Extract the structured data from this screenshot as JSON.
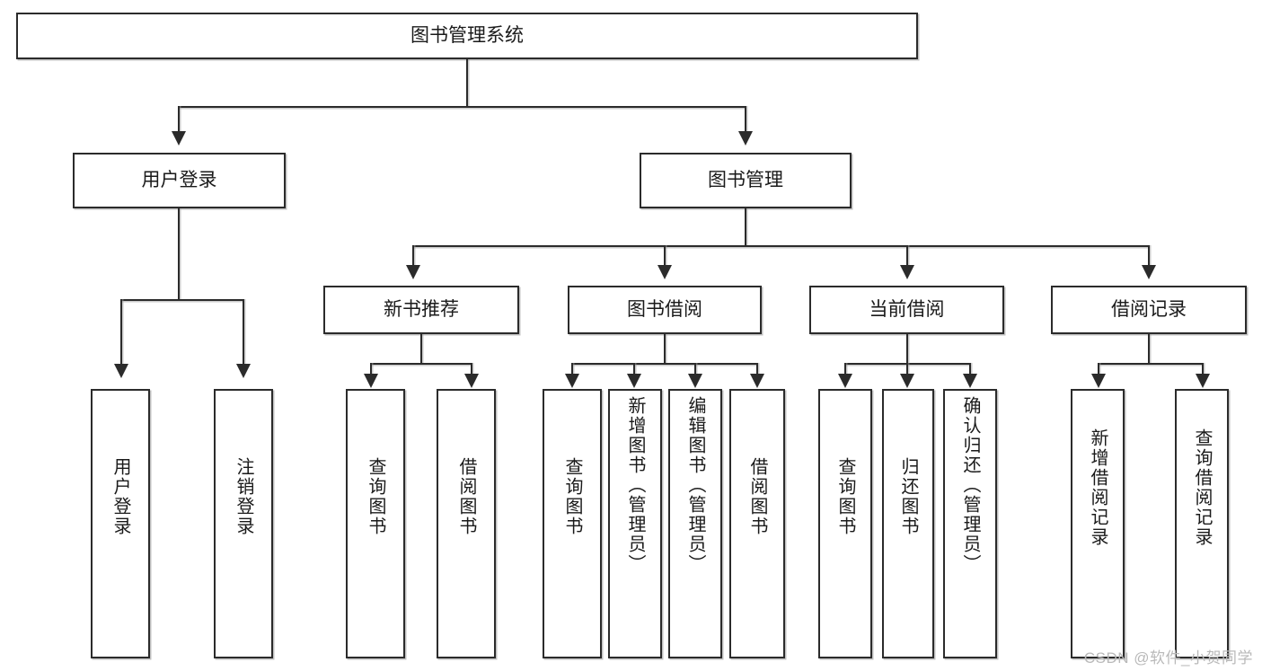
{
  "diagram": {
    "title": "图书管理系统",
    "type": "tree-hierarchy-chart",
    "root": {
      "label": "图书管理系统"
    },
    "level2": [
      {
        "label": "用户登录"
      },
      {
        "label": "图书管理"
      }
    ],
    "level3": [
      {
        "label": "新书推荐"
      },
      {
        "label": "图书借阅"
      },
      {
        "label": "当前借阅"
      },
      {
        "label": "借阅记录"
      }
    ],
    "leaves": {
      "user_login": [
        {
          "label": "用户登录"
        },
        {
          "label": "注销登录"
        }
      ],
      "new_book": [
        {
          "label": "查询图书"
        },
        {
          "label": "借阅图书"
        }
      ],
      "book_borrow": [
        {
          "label": "查询图书"
        },
        {
          "label": "新增图书（管理员）"
        },
        {
          "label": "编辑图书（管理员）"
        },
        {
          "label": "借阅图书"
        }
      ],
      "current_borrow": [
        {
          "label": "查询图书"
        },
        {
          "label": "归还图书"
        },
        {
          "label": "确认归还（管理员）"
        }
      ],
      "borrow_record": [
        {
          "label": "新增借阅记录"
        },
        {
          "label": "查询借阅记录"
        }
      ]
    }
  },
  "watermark": {
    "text": "CSDN @软件_小贺同学"
  },
  "colors": {
    "stroke": "#2b2b2b",
    "fill": "#ffffff",
    "text": "#1a1a1a",
    "watermark": "#b9b9b9"
  }
}
